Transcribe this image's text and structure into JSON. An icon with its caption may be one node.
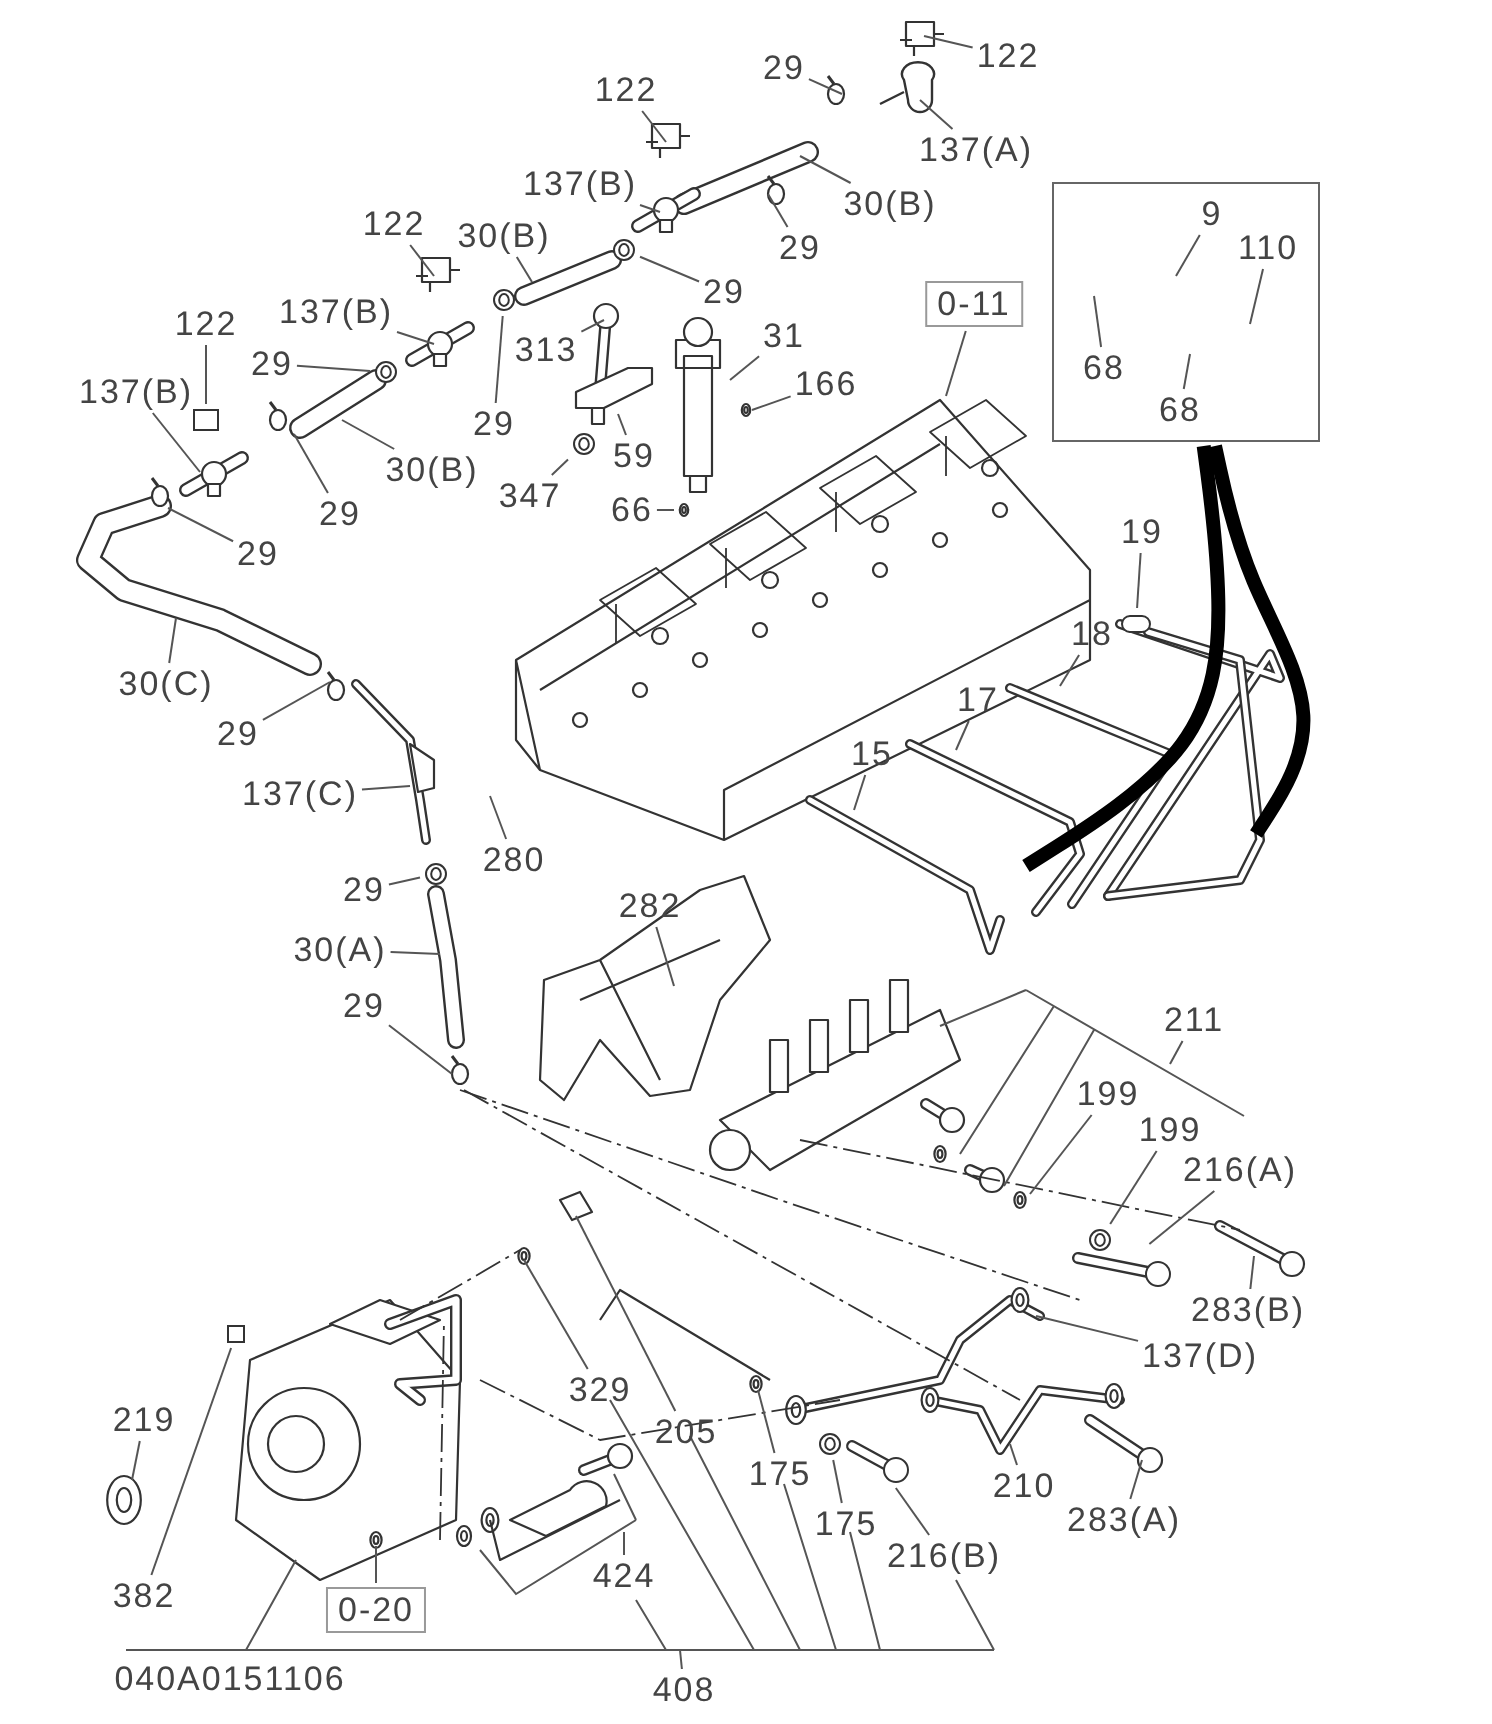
{
  "diagram": {
    "nodes": [
      {
        "text": [
          "122"
        ]
      },
      {
        "text": [
          "29"
        ]
      },
      {
        "text": [
          "137(A)"
        ]
      },
      {
        "text": [
          "122"
        ]
      },
      {
        "text": [
          "137(B)"
        ]
      },
      {
        "text": [
          "30(B)"
        ]
      },
      {
        "text": [
          "29"
        ]
      },
      {
        "text": [
          "122"
        ]
      },
      {
        "text": [
          "30(B)"
        ]
      },
      {
        "text": [
          "29"
        ]
      },
      {
        "text": [
          "137(B)"
        ]
      },
      {
        "text": [
          "122"
        ]
      },
      {
        "text": [
          "29"
        ]
      },
      {
        "text": [
          "313"
        ]
      },
      {
        "text": [
          "29"
        ]
      },
      {
        "text": [
          "30(B)"
        ]
      },
      {
        "text": [
          "137(B)"
        ]
      },
      {
        "text": [
          "29"
        ]
      },
      {
        "text": [
          "29"
        ]
      },
      {
        "text": [
          "59"
        ]
      },
      {
        "text": [
          "347"
        ]
      },
      {
        "text": [
          "31"
        ]
      },
      {
        "text": [
          "166"
        ]
      },
      {
        "text": [
          "66"
        ]
      },
      {
        "text": [
          "0-11"
        ]
      },
      {
        "text": [],
        "shape": "box"
      },
      {
        "text": [
          "9"
        ],
        "in": 25
      },
      {
        "text": [
          "110"
        ],
        "in": 25
      },
      {
        "text": [
          "68"
        ],
        "in": 25
      },
      {
        "text": [
          "68"
        ],
        "in": 25
      },
      {
        "text": [
          "19"
        ]
      },
      {
        "text": [
          "18"
        ]
      },
      {
        "text": [
          "17"
        ]
      },
      {
        "text": [
          "15"
        ]
      },
      {
        "text": [
          "30(C)"
        ]
      },
      {
        "text": [
          "29"
        ]
      },
      {
        "text": [
          "137(C)"
        ]
      },
      {
        "text": [
          "280"
        ]
      },
      {
        "text": [
          "29"
        ]
      },
      {
        "text": [
          "30(A)"
        ]
      },
      {
        "text": [
          "29"
        ]
      },
      {
        "text": [
          "282"
        ]
      },
      {
        "text": [
          "211"
        ]
      },
      {
        "text": [
          "199"
        ]
      },
      {
        "text": [
          "199"
        ]
      },
      {
        "text": [
          "216(A)"
        ]
      },
      {
        "text": [
          "283(B)"
        ]
      },
      {
        "text": [
          "137(D)"
        ]
      },
      {
        "text": [
          "329"
        ]
      },
      {
        "text": [
          "205"
        ]
      },
      {
        "text": [
          "219"
        ]
      },
      {
        "text": [
          "382"
        ]
      },
      {
        "text": [
          "175"
        ]
      },
      {
        "text": [
          "175"
        ]
      },
      {
        "text": [
          "210"
        ]
      },
      {
        "text": [
          "283(A)"
        ]
      },
      {
        "text": [
          "216(B)"
        ]
      },
      {
        "text": [
          "424"
        ]
      },
      {
        "text": [
          "0-20"
        ]
      },
      {
        "text": [
          "408"
        ]
      },
      {
        "text": [],
        "shape": "circle"
      },
      {
        "text": [],
        "shape": "box"
      },
      {
        "text": [],
        "shape": "circle"
      },
      {
        "text": [],
        "shape": "circle"
      },
      {
        "text": [],
        "shape": "circle"
      },
      {
        "text": [],
        "shape": "cylinder"
      },
      {
        "text": [],
        "shape": "circle"
      },
      {
        "text": [],
        "shape": "bar"
      },
      {
        "text": [],
        "shape": "circle"
      },
      {
        "text": [],
        "shape": "bar"
      },
      {
        "text": [],
        "shape": "circle"
      },
      {
        "text": [],
        "shape": "box"
      }
    ],
    "edges": [
      {
        "from": 0,
        "to": null,
        "arrow": "none"
      },
      {
        "from": 1,
        "to": null,
        "arrow": "none"
      },
      {
        "from": 2,
        "to": null,
        "arrow": "none"
      },
      {
        "from": 3,
        "to": null,
        "arrow": "none"
      },
      {
        "from": 4,
        "to": null,
        "arrow": "none"
      },
      {
        "from": 5,
        "to": null,
        "arrow": "none"
      },
      {
        "from": 6,
        "to": null,
        "arrow": "none"
      },
      {
        "from": 7,
        "to": null,
        "arrow": "none"
      },
      {
        "from": 8,
        "to": null,
        "arrow": "none"
      },
      {
        "from": 9,
        "to": 60,
        "arrow": "none"
      },
      {
        "from": 10,
        "to": null,
        "arrow": "none"
      },
      {
        "from": 11,
        "to": 61,
        "arrow": "none"
      },
      {
        "from": 12,
        "to": 62,
        "arrow": "none"
      },
      {
        "from": 13,
        "to": null,
        "arrow": "none"
      },
      {
        "from": 14,
        "to": 63,
        "arrow": "none"
      },
      {
        "from": 15,
        "to": null,
        "arrow": "none"
      },
      {
        "from": 16,
        "to": null,
        "arrow": "none"
      },
      {
        "from": 17,
        "to": null,
        "arrow": "none"
      },
      {
        "from": 18,
        "to": null,
        "arrow": "none"
      },
      {
        "from": 19,
        "to": null,
        "arrow": "none"
      },
      {
        "from": 20,
        "to": 64,
        "arrow": "none"
      },
      {
        "from": 21,
        "to": null,
        "arrow": "none"
      },
      {
        "from": 22,
        "to": null,
        "arrow": "none"
      },
      {
        "from": 23,
        "to": null,
        "arrow": "none"
      },
      {
        "from": 24,
        "to": null,
        "arrow": "none"
      },
      {
        "from": 25,
        "to": null,
        "arrow": "none",
        "style": "thick"
      },
      {
        "from": 25,
        "to": null,
        "arrow": "none",
        "style": "thick"
      },
      {
        "from": 26,
        "to": null,
        "arrow": "none"
      },
      {
        "from": 27,
        "to": null,
        "arrow": "none"
      },
      {
        "from": 28,
        "to": null,
        "arrow": "none"
      },
      {
        "from": 29,
        "to": null,
        "arrow": "none"
      },
      {
        "from": 30,
        "to": 65,
        "arrow": "none"
      },
      {
        "from": 31,
        "to": null,
        "arrow": "none"
      },
      {
        "from": 32,
        "to": null,
        "arrow": "none"
      },
      {
        "from": 33,
        "to": null,
        "arrow": "none"
      },
      {
        "from": 34,
        "to": null,
        "arrow": "none"
      },
      {
        "from": 35,
        "to": null,
        "arrow": "none"
      },
      {
        "from": 36,
        "to": null,
        "arrow": "none"
      },
      {
        "from": 37,
        "to": null,
        "arrow": "none"
      },
      {
        "from": 38,
        "to": 66,
        "arrow": "none"
      },
      {
        "from": 39,
        "to": null,
        "arrow": "none"
      },
      {
        "from": 40,
        "to": null,
        "arrow": "none"
      },
      {
        "from": 41,
        "to": null,
        "arrow": "none"
      },
      {
        "from": 42,
        "to": null,
        "arrow": "none"
      },
      {
        "from": 43,
        "to": null,
        "arrow": "none"
      },
      {
        "from": 44,
        "to": 70,
        "arrow": "none"
      },
      {
        "from": 45,
        "to": 67,
        "arrow": "none"
      },
      {
        "from": 46,
        "to": null,
        "arrow": "none"
      },
      {
        "from": 47,
        "to": null,
        "arrow": "none"
      },
      {
        "from": 48,
        "to": null,
        "arrow": "none"
      },
      {
        "from": 49,
        "to": null,
        "arrow": "none"
      },
      {
        "from": 50,
        "to": null,
        "arrow": "none"
      },
      {
        "from": 51,
        "to": 71,
        "arrow": "none"
      },
      {
        "from": 52,
        "to": null,
        "arrow": "none"
      },
      {
        "from": 53,
        "to": 68,
        "arrow": "none"
      },
      {
        "from": 54,
        "to": null,
        "arrow": "none"
      },
      {
        "from": 55,
        "to": null,
        "arrow": "none"
      },
      {
        "from": 56,
        "to": 69,
        "arrow": "none"
      },
      {
        "from": 57,
        "to": null,
        "arrow": "none"
      },
      {
        "from": 58,
        "to": null,
        "arrow": "none"
      },
      {
        "from": 59,
        "to": null,
        "arrow": "none"
      }
    ],
    "labels": [
      "040A0151106"
    ]
  }
}
